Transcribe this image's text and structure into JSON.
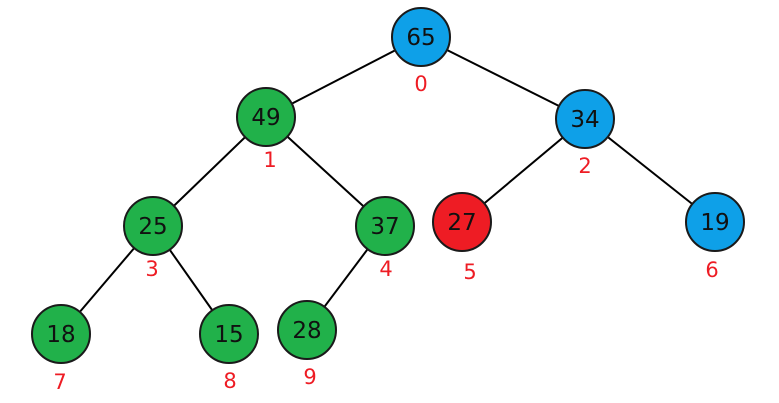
{
  "tree": {
    "colors": {
      "blue": "#0ea0e8",
      "green": "#21b14a",
      "red": "#ee1c24",
      "index_label": "#ee1c24",
      "edge": "#000000"
    },
    "nodes": [
      {
        "value": "65",
        "index": "0",
        "color": "blue"
      },
      {
        "value": "49",
        "index": "1",
        "color": "green"
      },
      {
        "value": "34",
        "index": "2",
        "color": "blue"
      },
      {
        "value": "25",
        "index": "3",
        "color": "green"
      },
      {
        "value": "37",
        "index": "4",
        "color": "green"
      },
      {
        "value": "27",
        "index": "5",
        "color": "red"
      },
      {
        "value": "19",
        "index": "6",
        "color": "blue"
      },
      {
        "value": "18",
        "index": "7",
        "color": "green"
      },
      {
        "value": "15",
        "index": "8",
        "color": "green"
      },
      {
        "value": "28",
        "index": "9",
        "color": "green"
      }
    ],
    "edges": [
      [
        "0",
        "1"
      ],
      [
        "0",
        "2"
      ],
      [
        "1",
        "3"
      ],
      [
        "1",
        "4"
      ],
      [
        "2",
        "5"
      ],
      [
        "2",
        "6"
      ],
      [
        "3",
        "7"
      ],
      [
        "3",
        "8"
      ],
      [
        "4",
        "9"
      ]
    ]
  }
}
